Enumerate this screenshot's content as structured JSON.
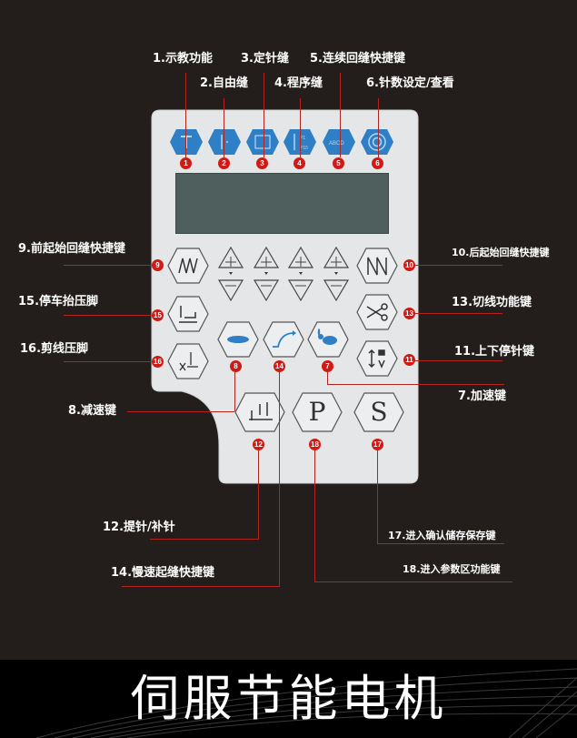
{
  "callouts": {
    "k1": "1.示教功能",
    "k2": "2.自由缝",
    "k3": "3.定针缝",
    "k4": "4.程序缝",
    "k5": "5.连续回缝快捷键",
    "k6": "6.针数设定/查看",
    "k7": "7.加速键",
    "k8": "8.减速键",
    "k9": "9.前起始回缝快捷键",
    "k10": "10.后起始回缝快捷键",
    "k11": "11.上下停针键",
    "k12": "12.提针/补针",
    "k13": "13.切线功能键",
    "k14": "14.慢速起缝快捷键",
    "k15": "15.停车抬压脚",
    "k16": "16.剪线压脚",
    "k17": "17.进入确认储存保存键",
    "k18": "18.进入参数区功能键"
  },
  "badges": {
    "b1": "1",
    "b2": "2",
    "b3": "3",
    "b4": "4",
    "b5": "5",
    "b6": "6",
    "b7": "7",
    "b8": "8",
    "b9": "9",
    "b10": "10",
    "b11": "11",
    "b12": "12",
    "b13": "13",
    "b14": "14",
    "b15": "15",
    "b16": "16",
    "b17": "17",
    "b18": "18"
  },
  "keys": {
    "p_label": "P",
    "s_label": "S",
    "plus": "+",
    "minus": "−"
  },
  "footer": {
    "title": "伺服节能电机"
  },
  "colors": {
    "background": "#231e1b",
    "panel": "#e6e8e9",
    "accent_blue": "#2f7fc6",
    "callout_red": "#b0261f",
    "badge_red": "#d01a16",
    "lcd": "#4f5f5e"
  }
}
